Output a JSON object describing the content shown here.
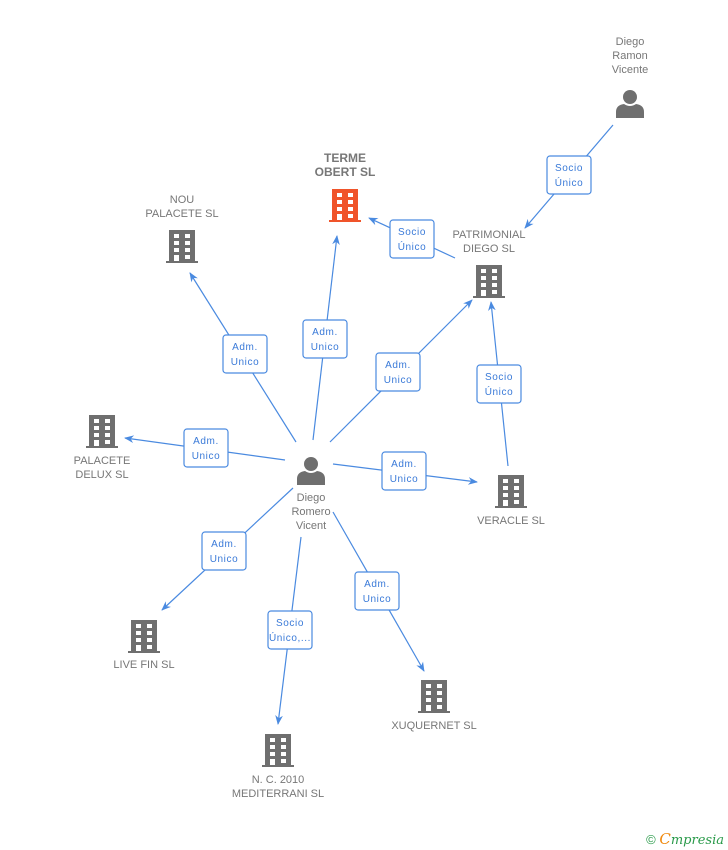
{
  "colors": {
    "edge": "#4a8ae0",
    "company": "#6f6f6f",
    "company_highlight": "#f0542a",
    "person": "#6f6f6f",
    "label": "#777777"
  },
  "nodes": [
    {
      "id": "terme",
      "type": "company",
      "highlight": true,
      "label": [
        "TERME",
        "OBERT SL"
      ]
    },
    {
      "id": "nou",
      "type": "company",
      "label": [
        "NOU",
        "PALACETE SL"
      ]
    },
    {
      "id": "patrimonial",
      "type": "company",
      "label": [
        "PATRIMONIAL",
        "DIEGO SL"
      ]
    },
    {
      "id": "palacete_delux",
      "type": "company",
      "label": [
        "PALACETE",
        "DELUX SL"
      ]
    },
    {
      "id": "veracle",
      "type": "company",
      "label": [
        "VERACLE SL"
      ]
    },
    {
      "id": "live_fin",
      "type": "company",
      "label": [
        "LIVE FIN SL"
      ]
    },
    {
      "id": "xuquernet",
      "type": "company",
      "label": [
        "XUQUERNET SL"
      ]
    },
    {
      "id": "nc2010",
      "type": "company",
      "label": [
        "N.  C. 2010",
        "MEDITERRANI SL"
      ]
    },
    {
      "id": "diego_ramon",
      "type": "person",
      "label": [
        "Diego",
        "Ramon",
        "Vicente"
      ]
    },
    {
      "id": "diego_romero",
      "type": "person",
      "label": [
        "Diego",
        "Romero",
        "Vicent"
      ]
    }
  ],
  "edges": [
    {
      "from": "diego_romero",
      "to": "nou",
      "label": [
        "Adm.",
        "Unico"
      ]
    },
    {
      "from": "diego_romero",
      "to": "terme",
      "label": [
        "Adm.",
        "Unico"
      ]
    },
    {
      "from": "diego_romero",
      "to": "patrimonial",
      "label": [
        "Adm.",
        "Unico"
      ]
    },
    {
      "from": "diego_romero",
      "to": "palacete_delux",
      "label": [
        "Adm.",
        "Unico"
      ]
    },
    {
      "from": "diego_romero",
      "to": "veracle",
      "label": [
        "Adm.",
        "Unico"
      ]
    },
    {
      "from": "diego_romero",
      "to": "live_fin",
      "label": [
        "Adm.",
        "Unico"
      ]
    },
    {
      "from": "diego_romero",
      "to": "nc2010",
      "label": [
        "Socio",
        "Único,..."
      ]
    },
    {
      "from": "diego_romero",
      "to": "xuquernet",
      "label": [
        "Adm.",
        "Unico"
      ]
    },
    {
      "from": "diego_ramon",
      "to": "patrimonial",
      "label": [
        "Socio",
        "Único"
      ]
    },
    {
      "from": "patrimonial",
      "to": "terme",
      "label": [
        "Socio",
        "Único"
      ]
    },
    {
      "from": "veracle",
      "to": "patrimonial",
      "label": [
        "Socio",
        "Único"
      ]
    }
  ],
  "footer": {
    "copyright": "©",
    "brand_initial": "C",
    "brand_rest": "mpresia"
  }
}
